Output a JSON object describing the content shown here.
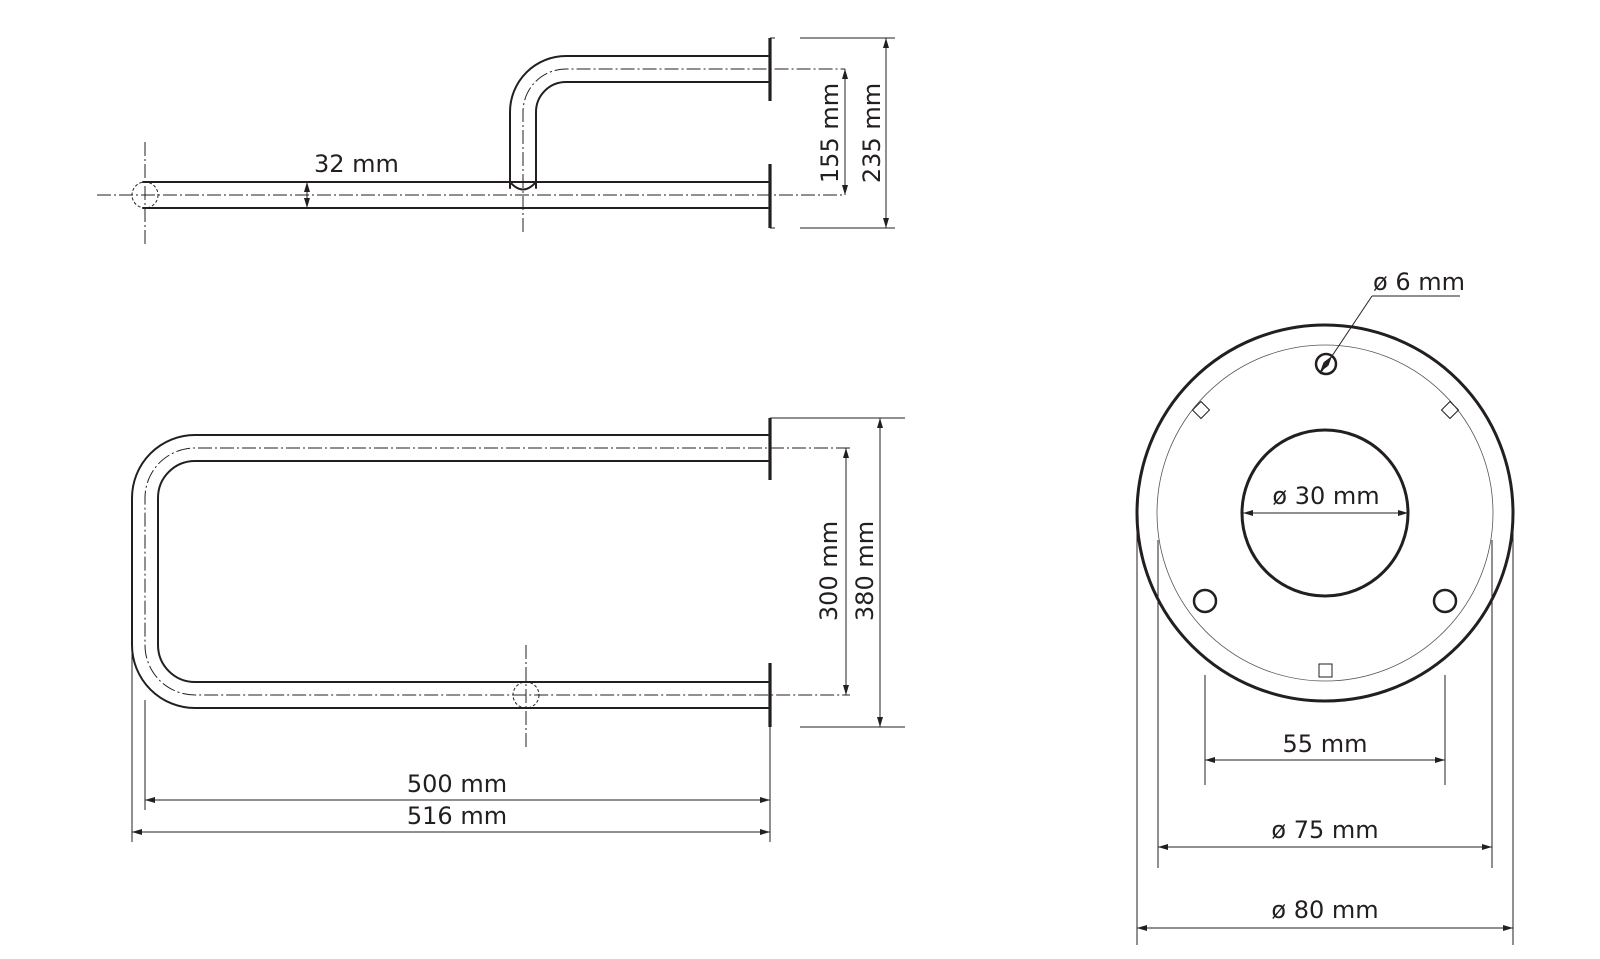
{
  "labels": {
    "tube_diameter": "32 mm",
    "plate_spacing_top": "155 mm",
    "total_depth_top": "235 mm",
    "centre_distance": "300 mm",
    "total_depth_plan": "380 mm",
    "length_inner": "500 mm",
    "length_total": "516 mm",
    "screw_hole": "ø 6 mm",
    "tube_hole": "ø 30 mm",
    "hole_spacing": "55 mm",
    "inner_circle": "ø 75 mm",
    "plate_diameter": "ø 80 mm"
  },
  "colors": {
    "line": "#231f20",
    "background": "#ffffff"
  }
}
